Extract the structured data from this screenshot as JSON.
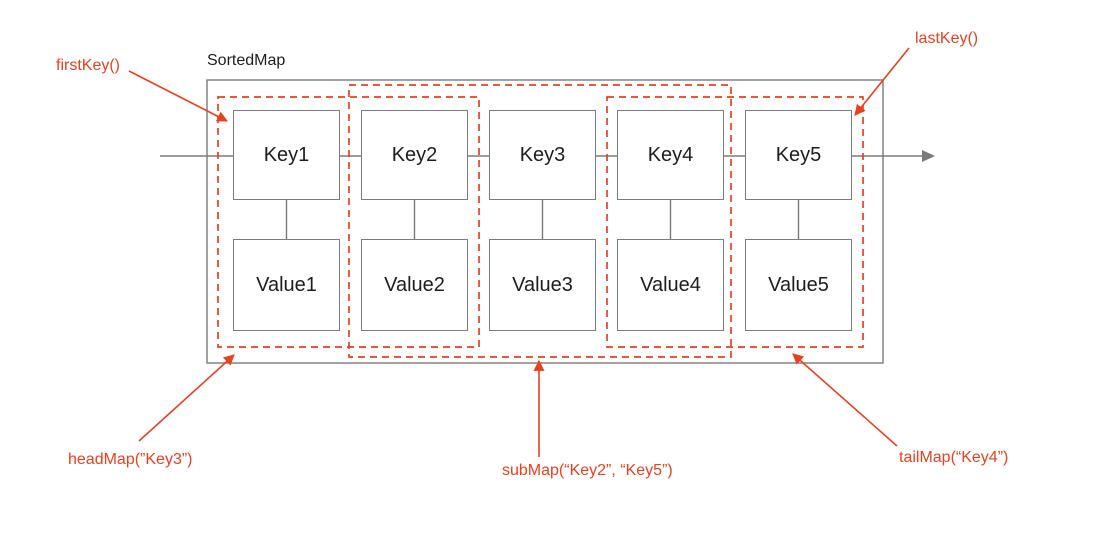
{
  "diagram_title": "SortedMap",
  "colors": {
    "red": "#e8411f",
    "gray": "#7b7b7b",
    "ink": "#1d1d1d"
  },
  "entries": [
    {
      "key": "Key1",
      "value": "Value1"
    },
    {
      "key": "Key2",
      "value": "Value2"
    },
    {
      "key": "Key3",
      "value": "Value3"
    },
    {
      "key": "Key4",
      "value": "Value4"
    },
    {
      "key": "Key5",
      "value": "Value5"
    }
  ],
  "annotations": {
    "first_key": "firstKey()",
    "last_key": "lastKey()",
    "head_map": "headMap(”Key3”)",
    "sub_map": "subMap(“Key2”, “Key5”)",
    "tail_map": "tailMap(“Key4”)"
  }
}
